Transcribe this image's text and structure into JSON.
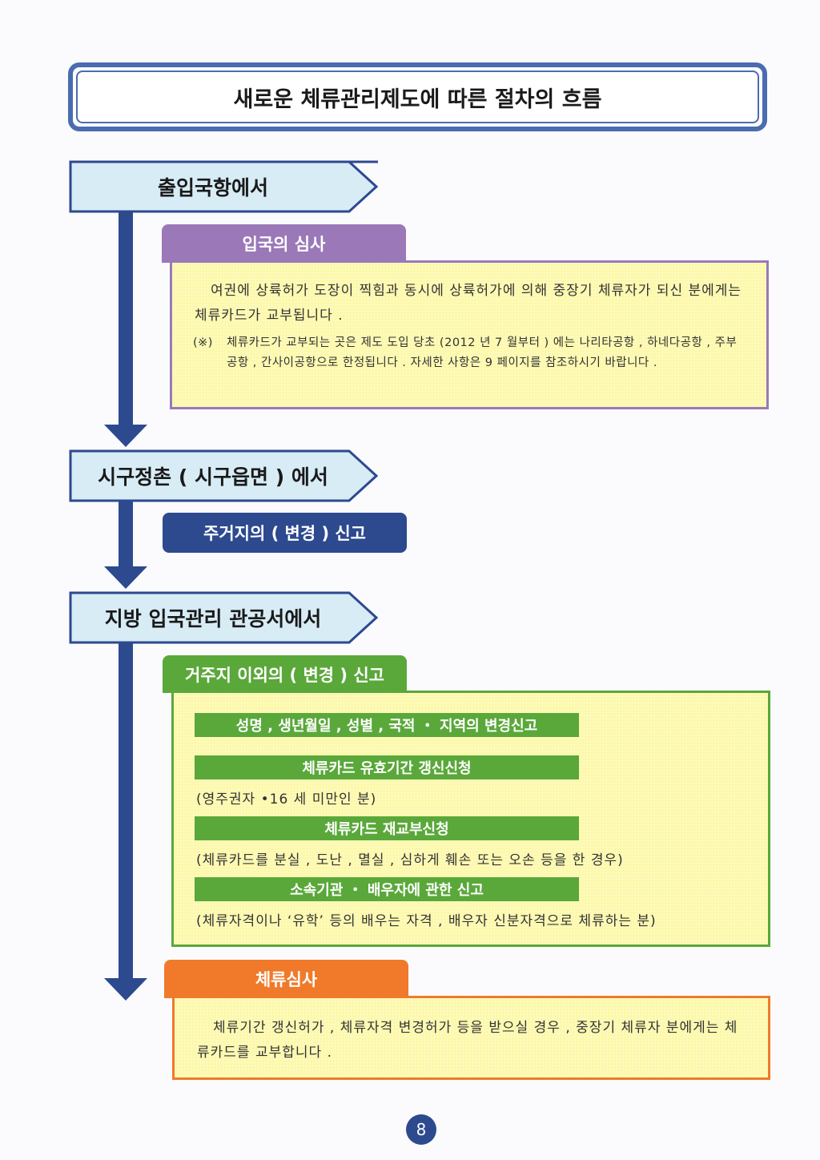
{
  "title": "새로운 체류관리제도에 따른 절차의 흐름",
  "steps": [
    {
      "header": "출입국항에서",
      "tab": "입국의 심사",
      "body": "여권에 상륙허가 도장이 찍힘과 동시에 상륙허가에 의해 중장기 체류자가 되신 분에게는 체류카드가 교부됩니다 .",
      "note_mark": "(※)",
      "note": "체류카드가 교부되는 곳은 제도 도입 당초 (2012 년 7 월부터 ) 에는 나리타공항 , 하네다공항 , 주부공항 , 간사이공항으로 한정됩니다 . 자세한 사항은 9 페이지를 참조하시기 바랍니다 ."
    },
    {
      "header": "시구정촌 ( 시구읍면 ) 에서",
      "tab": "주거지의 ( 변경 ) 신고"
    },
    {
      "header": "지방 입국관리 관공서에서",
      "tab": "거주지 이외의 ( 변경 ) 신고",
      "items": [
        {
          "label": "성명 , 생년월일 , 성별 , 국적 ・ 지역의 변경신고",
          "desc": ""
        },
        {
          "label": "체류카드 유효기간 갱신신청",
          "desc": "(영주권자 •16 세 미만인 분)"
        },
        {
          "label": "체류카드 재교부신청",
          "desc": "(체류카드를 분실 , 도난 , 멸실 , 심하게 훼손 또는 오손 등을 한 경우)"
        },
        {
          "label": "소속기관 ・ 배우자에 관한 신고",
          "desc": "(체류자격이나 ‘유학’ 등의 배우는 자격 , 배우자 신분자격으로 체류하는 분)"
        }
      ]
    },
    {
      "tab": "체류심사",
      "body": "체류기간 갱신허가 , 체류자격 변경허가 등을 받으실 경우 , 중장기 체류자 분에게는 체류카드를 교부합니다 ."
    }
  ],
  "page_number": "8",
  "colors": {
    "navy": "#2d4a8f",
    "purple": "#9b78b8",
    "green": "#5aa83a",
    "orange": "#f07a2a",
    "yellow": "#fcf8a8",
    "header_fill": "#d8ecf6"
  }
}
